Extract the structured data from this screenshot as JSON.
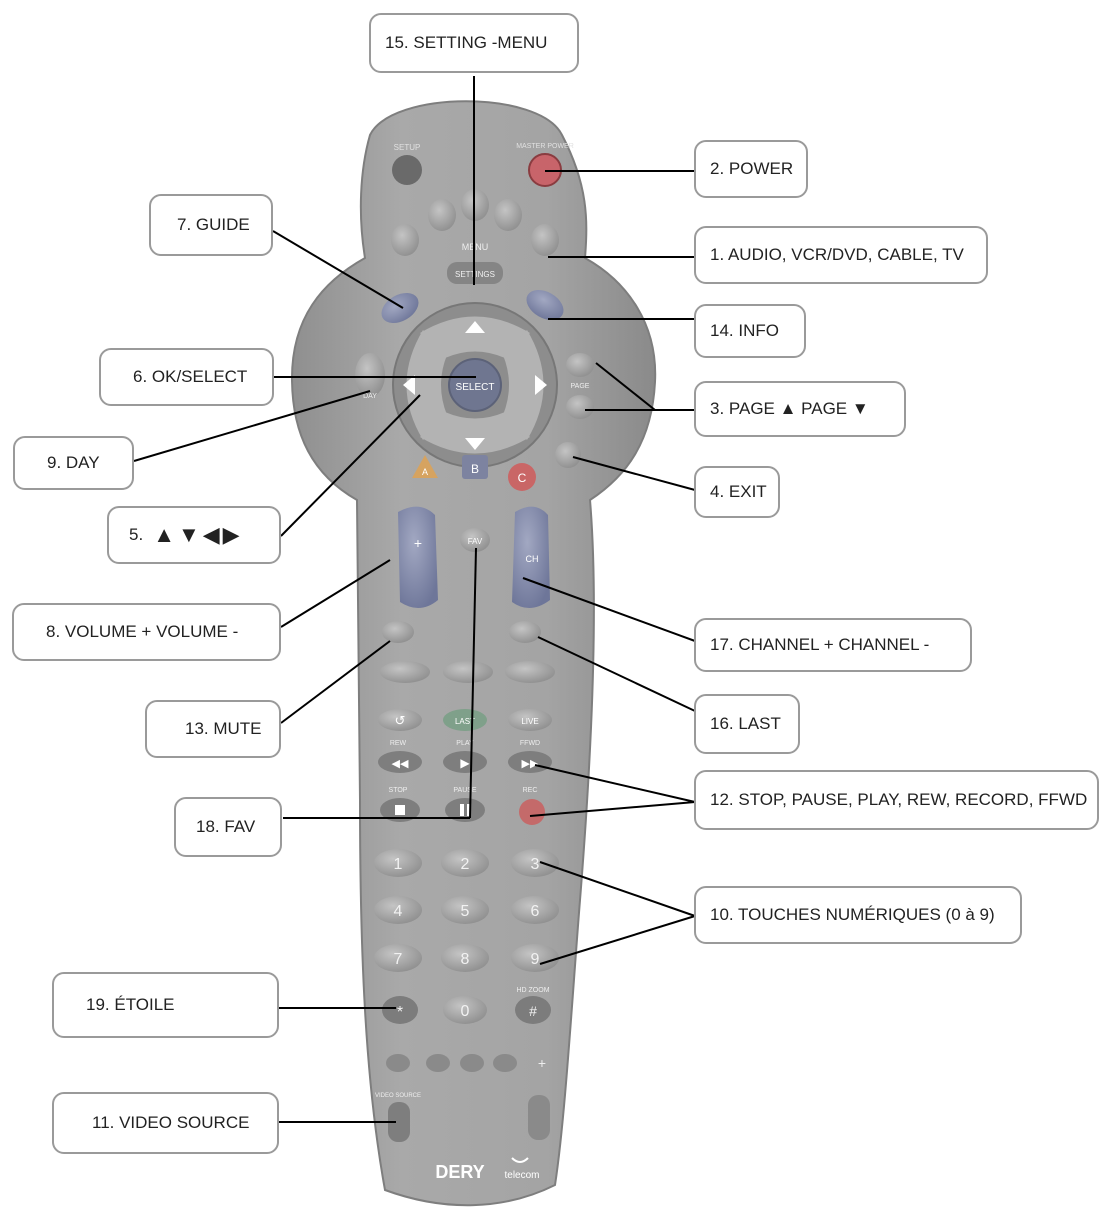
{
  "remote": {
    "brand": "DERY",
    "brand_suffix": "telecom",
    "button_texts": {
      "setup": "SETUP",
      "power": "MASTER POWER",
      "menu": "MENU",
      "settings": "SETTINGS",
      "select": "SELECT",
      "day": "DAY",
      "page": "PAGE",
      "fav": "FAV",
      "ch": "CH",
      "last": "LAST",
      "live": "LIVE",
      "rew": "REW",
      "play": "PLAY",
      "ffwd": "FFWD",
      "stop": "STOP",
      "pause": "PAUSE",
      "rec": "REC",
      "video_source": "VIDEO SOURCE",
      "hd_zoom": "HD ZOOM",
      "a": "A",
      "b": "B",
      "c": "C",
      "num1": "1",
      "num2": "2",
      "num3": "3",
      "num4": "4",
      "num5": "5",
      "num6": "6",
      "num7": "7",
      "num8": "8",
      "num9": "9",
      "num0": "0",
      "star": "*",
      "hash": "#"
    }
  },
  "callouts": {
    "setting_menu": "15. SETTING -MENU",
    "power": "2. POWER",
    "guide": "7. GUIDE",
    "modes": "1. AUDIO, VCR/DVD, CABLE, TV",
    "info": "14. INFO",
    "ok_select": "6. OK/SELECT",
    "page": "3. PAGE ▲ PAGE ▼",
    "day": "9. DAY",
    "exit": "4. EXIT",
    "arrows_num": "5.",
    "arrows": "▲▼◀▶",
    "volume": "8. VOLUME +  VOLUME -",
    "channel": "17. CHANNEL +  CHANNEL -",
    "mute": "13. MUTE",
    "last": "16. LAST",
    "transport": "12. STOP, PAUSE, PLAY, REW, RECORD, FFWD",
    "fav": "18. FAV",
    "numeric": "10. TOUCHES NUMÉRIQUES (0 à 9)",
    "etoile": "19. ÉTOILE",
    "video_source": "11. VIDEO SOURCE"
  }
}
